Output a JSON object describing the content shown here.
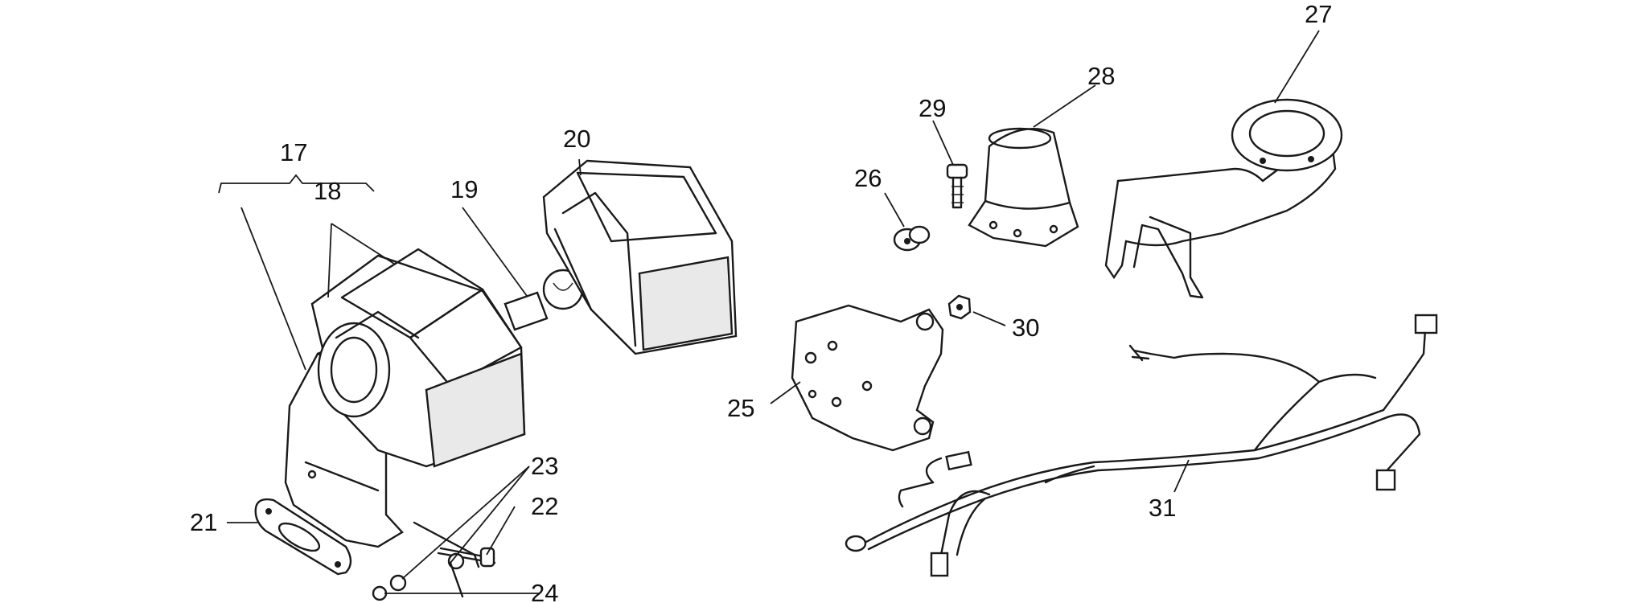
{
  "labels": {
    "p17": "17",
    "p18": "18",
    "p19": "19",
    "p20": "20",
    "p21": "21",
    "p22": "22",
    "p23": "23",
    "p24": "24",
    "p25": "25",
    "p26": "26",
    "p27": "27",
    "p28": "28",
    "p29": "29",
    "p30": "30",
    "p31": "31"
  }
}
